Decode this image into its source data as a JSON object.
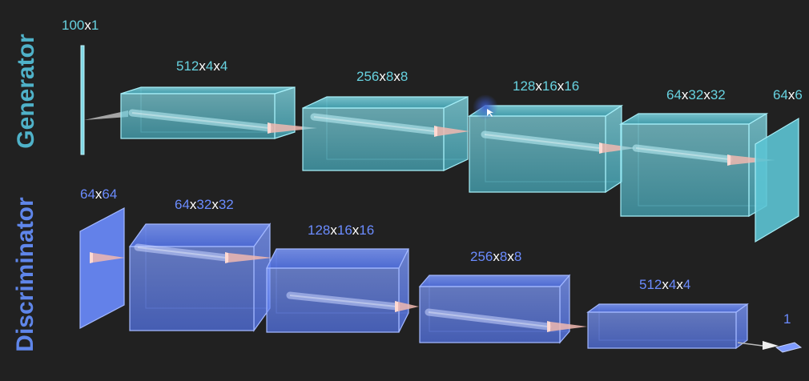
{
  "generator": {
    "title": "Generator",
    "title_color": "#4fb2c9",
    "color": "#67d2e0",
    "layers": [
      {
        "dims": [
          "100",
          "x",
          "1"
        ]
      },
      {
        "dims": [
          "512",
          "x",
          "4",
          "x",
          "4"
        ]
      },
      {
        "dims": [
          "256",
          "x",
          "8",
          "x",
          "8"
        ]
      },
      {
        "dims": [
          "128",
          "x",
          "16",
          "x",
          "16"
        ]
      },
      {
        "dims": [
          "64",
          "x",
          "32",
          "x",
          "32"
        ]
      },
      {
        "dims": [
          "64",
          "x",
          "6"
        ]
      }
    ]
  },
  "discriminator": {
    "title": "Discriminator",
    "title_color": "#5f86ea",
    "color": "#6b8cff",
    "layers": [
      {
        "dims": [
          "64",
          "x",
          "64"
        ]
      },
      {
        "dims": [
          "64",
          "x",
          "32",
          "x",
          "32"
        ]
      },
      {
        "dims": [
          "128",
          "x",
          "16",
          "x",
          "16"
        ]
      },
      {
        "dims": [
          "256",
          "x",
          "8",
          "x",
          "8"
        ]
      },
      {
        "dims": [
          "512",
          "x",
          "4",
          "x",
          "4"
        ]
      },
      {
        "dims": [
          "1"
        ]
      }
    ]
  },
  "colors": {
    "background": "#212121",
    "x_separator": "#ffffff",
    "kernel": "#f0b8b0",
    "cursor_highlight": "#3e5ed0"
  }
}
